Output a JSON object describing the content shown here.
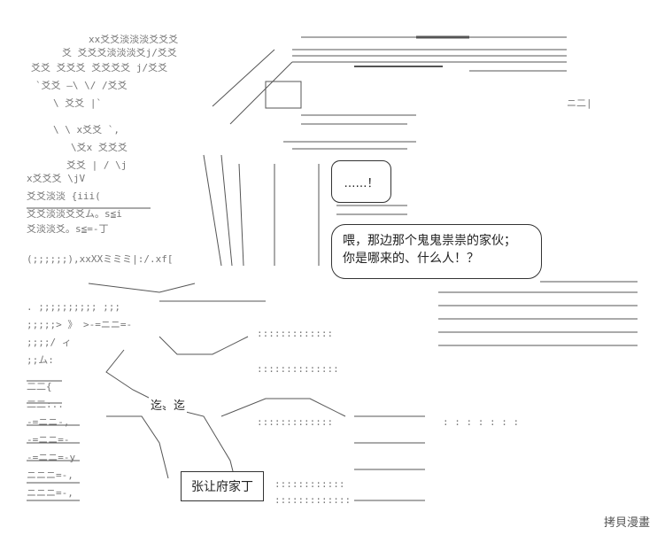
{
  "speech": {
    "line1": "喂，那边那个鬼鬼祟祟的家伙；",
    "line2": "你是哪来的、什么人！？"
  },
  "exclaim": "……！",
  "sfx": "迄〟迄",
  "name_label": "张让府家丁",
  "watermark": "拷貝漫畫"
}
